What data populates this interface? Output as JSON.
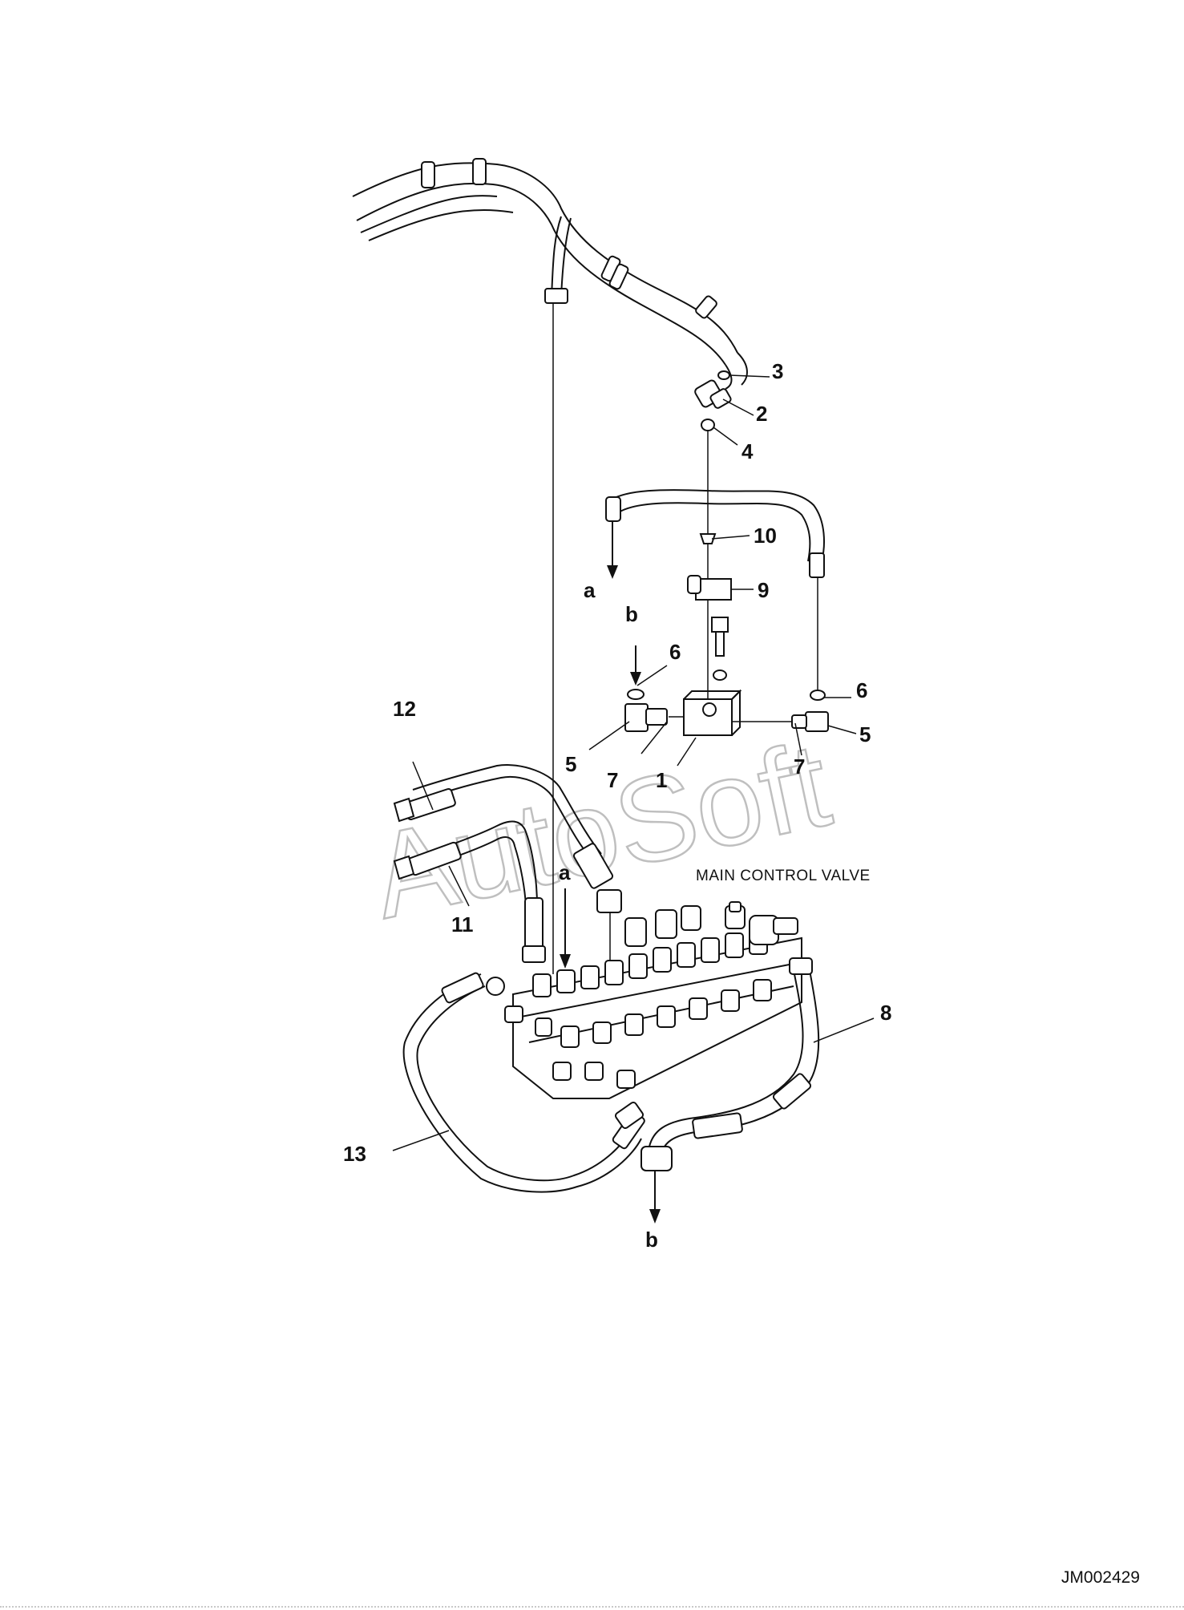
{
  "diagram": {
    "callouts": {
      "c1": "1",
      "c2": "2",
      "c3": "3",
      "c4": "4",
      "c5_left": "5",
      "c5_right": "5",
      "c6_left": "6",
      "c6_right": "6",
      "c7_left": "7",
      "c7_right": "7",
      "c8": "8",
      "c9": "9",
      "c10": "10",
      "c11": "11",
      "c12": "12",
      "c13": "13"
    },
    "connection_markers": {
      "a_top": "a",
      "a_bottom": "a",
      "b_top": "b",
      "b_bottom": "b"
    },
    "component_label": "MAIN CONTROL VALVE",
    "watermark": "AutoSoft",
    "drawing_id": "JM002429"
  }
}
